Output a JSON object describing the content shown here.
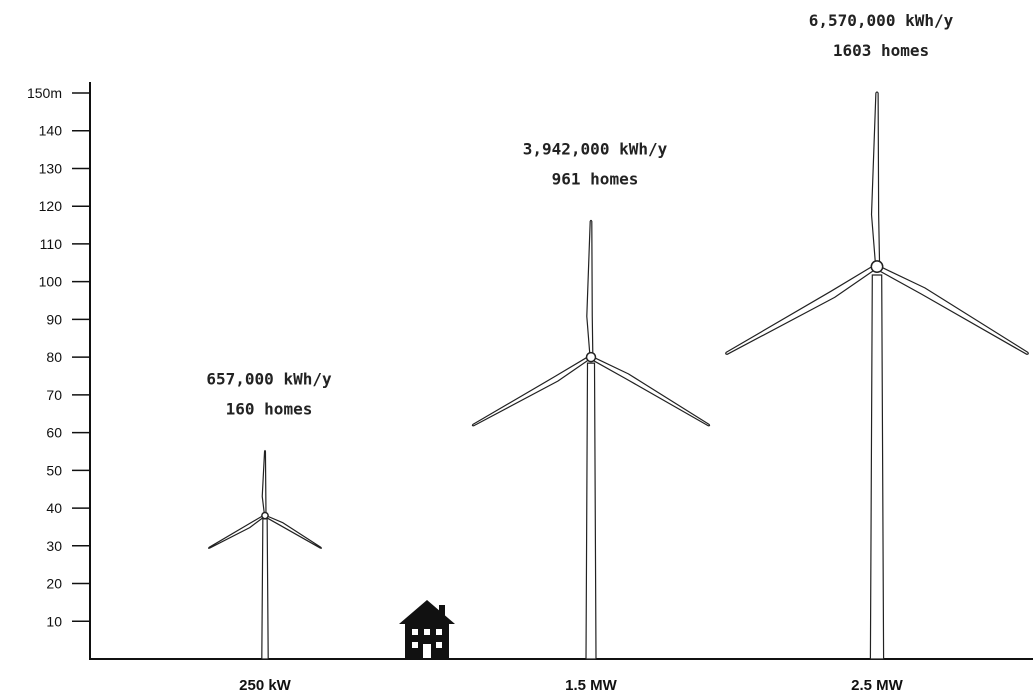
{
  "chart_data": {
    "type": "bar",
    "title": "",
    "xlabel": "",
    "ylabel": "",
    "y_unit": "m",
    "ylim": [
      0,
      150
    ],
    "yticks": [
      10,
      20,
      30,
      40,
      50,
      60,
      70,
      80,
      90,
      100,
      110,
      120,
      130,
      140,
      150
    ],
    "ytick_labels": [
      "10",
      "20",
      "30",
      "40",
      "50",
      "60",
      "70",
      "80",
      "90",
      "100",
      "110",
      "120",
      "130",
      "140",
      "150m"
    ],
    "categories": [
      "250 kW",
      "1.5 MW",
      "2.5 MW"
    ],
    "series": [
      {
        "values": [
          55,
          116,
          150
        ]
      }
    ],
    "hub_heights": [
      38,
      80,
      104
    ],
    "annotations": [
      {
        "energy": "657,000 kWh/y",
        "homes": "160 homes"
      },
      {
        "energy": "3,942,000 kWh/y",
        "homes": "961 homes"
      },
      {
        "energy": "6,570,000 kWh/y",
        "homes": "1603 homes"
      }
    ],
    "grid": false,
    "legend": "none",
    "icons": [
      "house-icon"
    ]
  }
}
